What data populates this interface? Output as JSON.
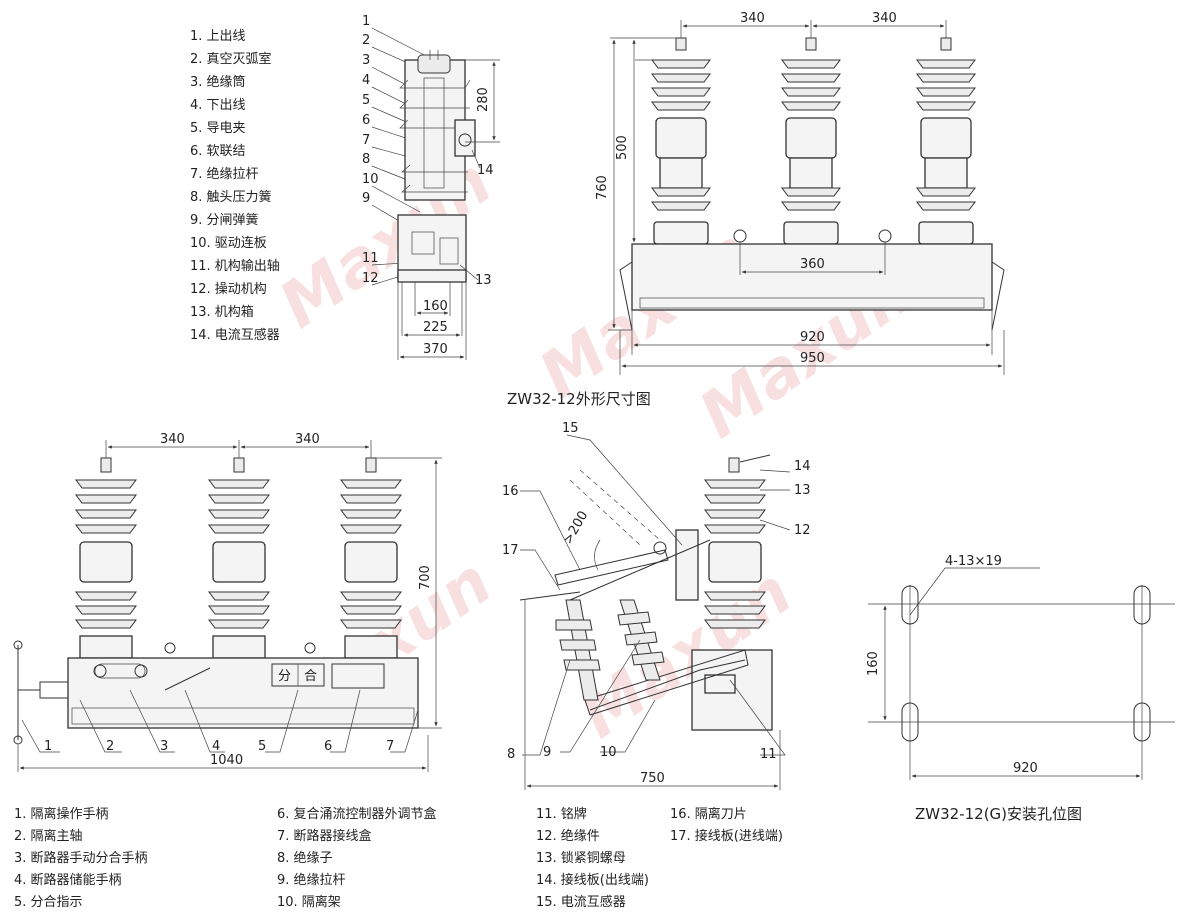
{
  "watermark": "Maxun",
  "legend_top": [
    "1. 上出线",
    "2. 真空灭弧室",
    "3. 绝缘筒",
    "4. 下出线",
    "5. 导电夹",
    "6. 软联结",
    "7. 绝缘拉杆",
    "8. 触头压力簧",
    "9. 分闸弹簧",
    "10. 驱动连板",
    "11. 机构输出轴",
    "12. 操动机构",
    "13. 机构箱",
    "14. 电流互感器"
  ],
  "side_view": {
    "callouts_left": [
      "1",
      "2",
      "3",
      "4",
      "5",
      "6",
      "7",
      "8",
      "10",
      "9",
      "11",
      "12"
    ],
    "callout_14": "14",
    "callout_13": "13",
    "dims": {
      "h280": "280",
      "w160": "160",
      "w225": "225",
      "w370": "370"
    }
  },
  "front_view": {
    "dims": {
      "a340": "340",
      "b340": "340",
      "h500": "500",
      "h760": "760",
      "w360": "360",
      "w920": "920",
      "w950": "950"
    },
    "caption": "ZW32-12外形尺寸图"
  },
  "lower_left": {
    "dims": {
      "a340": "340",
      "b340": "340",
      "h700": "700",
      "w1040": "1040"
    },
    "callouts": [
      "1",
      "2",
      "3",
      "4",
      "5",
      "6",
      "7"
    ],
    "indicator": [
      "分",
      "合"
    ]
  },
  "lower_mid": {
    "callouts": {
      "c15": "15",
      "c16": "16",
      "c17": "17",
      "c14": "14",
      "c13": "13",
      "c12": "12",
      "c8": "8",
      "c9": "9",
      "c10": "10",
      "c11": "11"
    },
    "angle": ">200",
    "w750": "750"
  },
  "mounting": {
    "hole_label": "4-13×19",
    "h160": "160",
    "w920": "920",
    "caption": "ZW32-12(G)安装孔位图"
  },
  "legend_bottom_col1": [
    "1. 隔离操作手柄",
    "2. 隔离主轴",
    "3. 断路器手动分合手柄",
    "4. 断路器储能手柄",
    "5. 分合指示"
  ],
  "legend_bottom_col2": [
    "6. 复合涌流控制器外调节盒",
    "7. 断路器接线盒",
    "8. 绝缘子",
    "9. 绝缘拉杆",
    "10. 隔离架"
  ],
  "legend_bottom_col3": [
    "11. 铭牌",
    "12. 绝缘件",
    "13. 锁紧铜螺母",
    "14. 接线板(出线端)",
    "15. 电流互感器"
  ],
  "legend_bottom_col4": [
    "16. 隔离刀片",
    "17. 接线板(进线端)"
  ]
}
